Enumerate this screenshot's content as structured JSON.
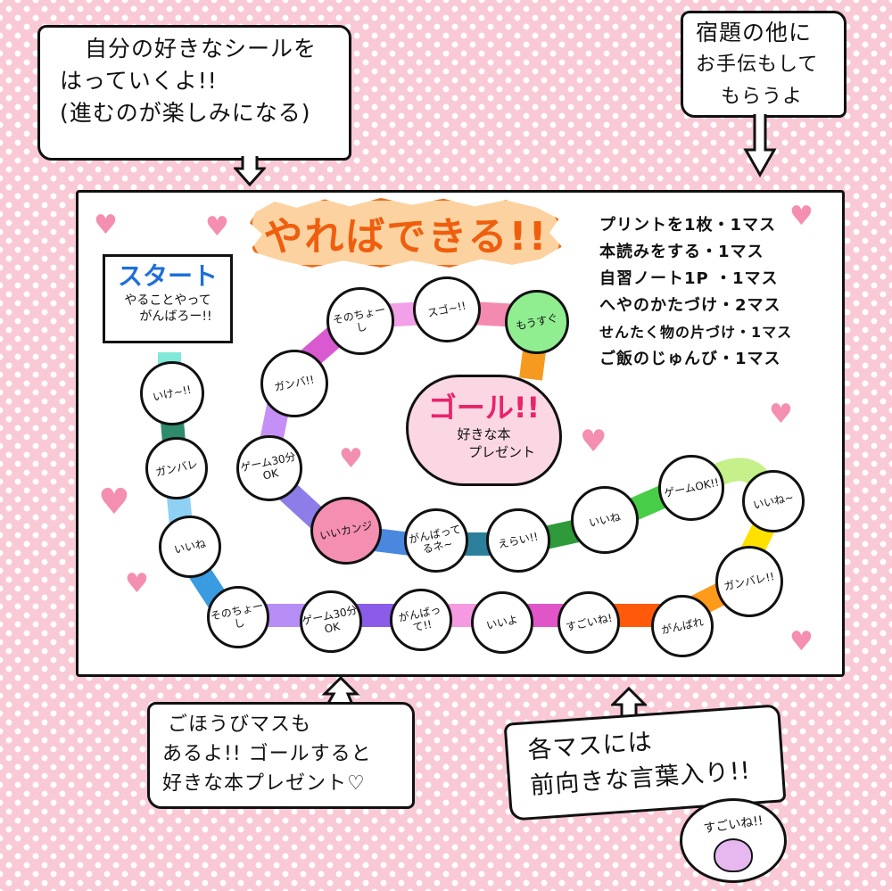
{
  "callouts": {
    "top_left": {
      "lines": [
        "自分の好きなシールを",
        "はっていくよ!!",
        "(進むのが楽しみになる)"
      ]
    },
    "top_right": {
      "lines": [
        "宿題の他に",
        "お手伝もして",
        "もらうよ"
      ]
    },
    "bottom_left": {
      "lines": [
        "ごほうびマスも",
        "あるよ!! ゴールすると",
        "好きな本プレゼント♡"
      ]
    },
    "bottom_right": {
      "lines": [
        "各マスには",
        "前向きな言葉入り!!"
      ]
    },
    "example_bubble": {
      "text": "すごいね!!"
    }
  },
  "board": {
    "title": "やればできる!!",
    "start": {
      "label": "スタート",
      "subtitle_lines": [
        "やることやって",
        "がんばろー!!"
      ]
    },
    "goal": {
      "label": "ゴール!!",
      "subtitle_lines": [
        "好きな本",
        "プレゼント"
      ]
    },
    "rules": [
      "プリントを1枚・1マス",
      "本読みをする・1マス",
      "自習ノート1P ・1マス",
      "へやのかたづけ・2マス",
      "せんたく物の片づけ・1マス",
      "ご飯のじゅんび・1マス"
    ],
    "squares": [
      {
        "text": "いけ~!!",
        "color": "#ffffff"
      },
      {
        "text": "ガンバレ",
        "color": "#ffffff"
      },
      {
        "text": "いいね",
        "color": "#ffffff"
      },
      {
        "text": "そのちょーし",
        "color": "#ffffff"
      },
      {
        "text": "ゲーム30分OK",
        "color": "#ffffff"
      },
      {
        "text": "がんばって!!",
        "color": "#ffffff"
      },
      {
        "text": "いいよ",
        "color": "#ffffff"
      },
      {
        "text": "すごいね!",
        "color": "#ffffff"
      },
      {
        "text": "がんばれ",
        "color": "#ffffff"
      },
      {
        "text": "ガンバレ!!",
        "color": "#ffffff"
      },
      {
        "text": "いいね~",
        "color": "#ffffff"
      },
      {
        "text": "ゲームOK!!",
        "color": "#ffffff"
      },
      {
        "text": "いいね",
        "color": "#ffffff"
      },
      {
        "text": "えらい!!",
        "color": "#ffffff"
      },
      {
        "text": "がんばってるネ~",
        "color": "#ffffff"
      },
      {
        "text": "いいカンジ",
        "color": "#f48fb1"
      },
      {
        "text": "ゲーム30分OK",
        "color": "#ffffff"
      },
      {
        "text": "ガンバ!!",
        "color": "#ffffff"
      },
      {
        "text": "そのちょーし",
        "color": "#ffffff"
      },
      {
        "text": "スゴ~!!",
        "color": "#ffffff"
      },
      {
        "text": "もうすぐ",
        "color": "#90ee90"
      }
    ]
  },
  "colors": {
    "background": "#f9c9d6",
    "title_orange": "#ef5e0f",
    "title_fill": "#fcd3a0",
    "start_blue": "#1e6fd9",
    "goal_pink": "#e8246a",
    "goal_fill": "#fbd7e4"
  }
}
